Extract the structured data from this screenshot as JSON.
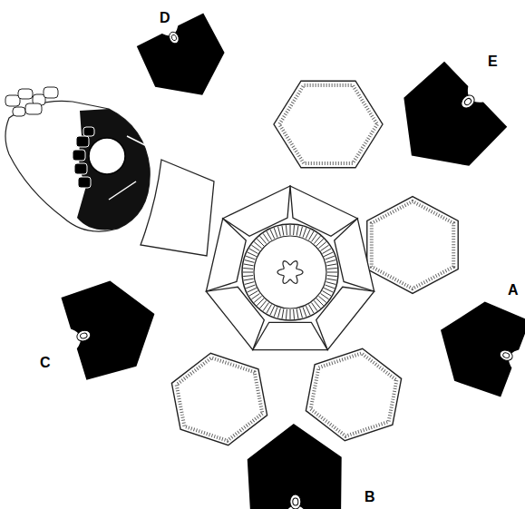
{
  "diagram": {
    "labels": [
      "D",
      "E",
      "C",
      "A",
      "B"
    ]
  }
}
